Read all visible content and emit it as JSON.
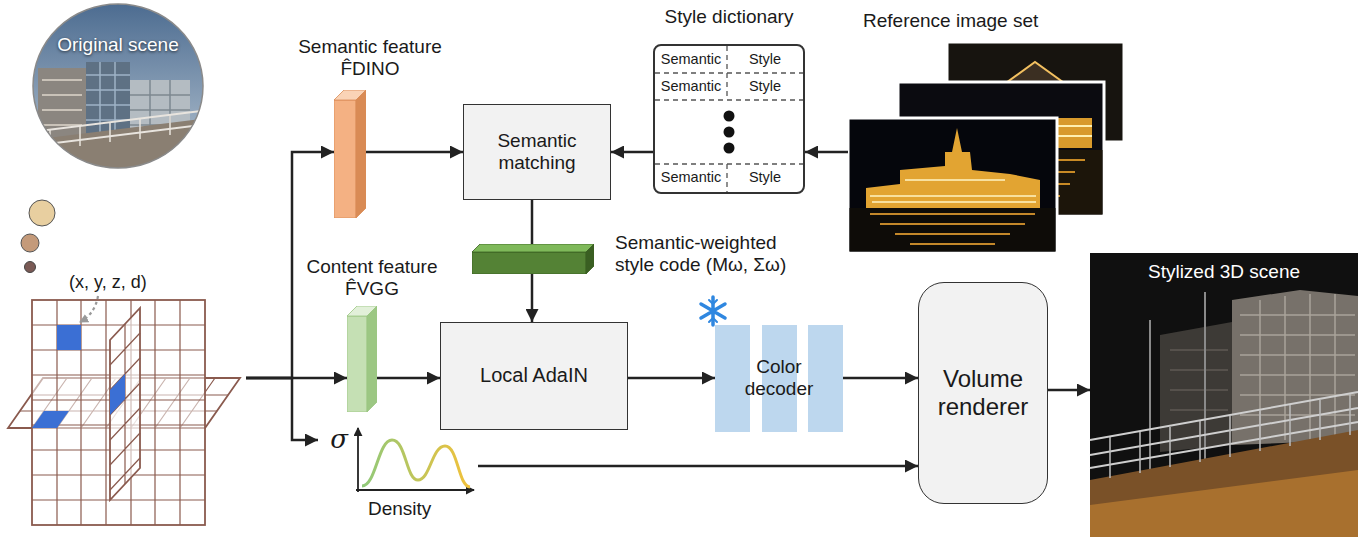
{
  "diagram": {
    "nodes": [
      {
        "text": [
          "Original scene"
        ]
      },
      {
        "text": [
          "Semantic feature F̂DINO"
        ]
      },
      {
        "text": [
          "Semantic matching"
        ]
      },
      {
        "text": [
          "Style dictionary",
          "Semantic",
          "Style",
          "Semantic",
          "Style",
          "Semantic",
          "Style"
        ]
      },
      {
        "text": [
          "Reference image set"
        ]
      },
      {
        "text": [
          "Semantic-weighted style code (Mω, Σω)"
        ]
      },
      {
        "text": [
          "(x, y, z, d)"
        ]
      },
      {
        "text": [
          "Content feature F̂VGG"
        ]
      },
      {
        "text": [
          "Local AdaIN"
        ]
      },
      {
        "text": [
          "Color decoder"
        ]
      },
      {
        "text": [
          "Volume renderer"
        ]
      },
      {
        "text": [
          "Stylized 3D scene"
        ]
      },
      {
        "text": [
          "σ",
          "Density"
        ]
      }
    ],
    "edges": [
      {
        "from": 6,
        "to": 1,
        "arrow": "to"
      },
      {
        "from": 6,
        "to": 7,
        "arrow": "to"
      },
      {
        "from": 6,
        "to": 12,
        "arrow": "to"
      },
      {
        "from": 1,
        "to": 2,
        "arrow": "to"
      },
      {
        "from": 3,
        "to": 2,
        "arrow": "to"
      },
      {
        "from": 4,
        "to": 3,
        "arrow": "to"
      },
      {
        "from": 2,
        "to": 5,
        "arrow": "none"
      },
      {
        "from": 5,
        "to": 8,
        "arrow": "to"
      },
      {
        "from": 7,
        "to": 8,
        "arrow": "to"
      },
      {
        "from": 8,
        "to": 9,
        "arrow": "to"
      },
      {
        "from": 9,
        "to": 10,
        "arrow": "to"
      },
      {
        "from": 12,
        "to": 10,
        "arrow": "to"
      },
      {
        "from": 10,
        "to": 11,
        "arrow": "to"
      }
    ]
  }
}
